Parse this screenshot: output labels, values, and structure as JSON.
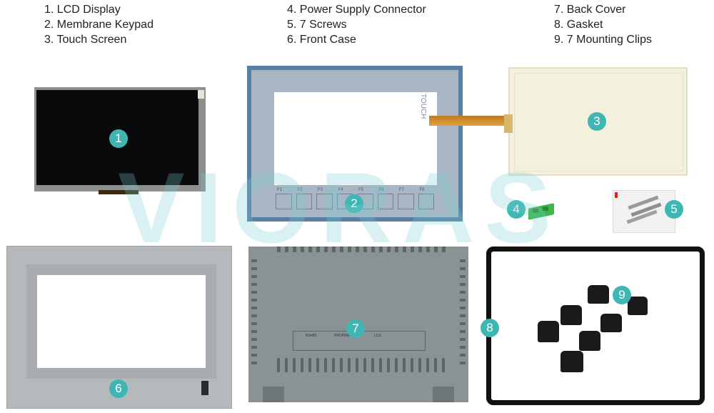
{
  "legend": {
    "col1": [
      "1. LCD Display",
      "2. Membrane Keypad",
      "3. Touch Screen"
    ],
    "col2": [
      "4. Power Supply Connector",
      "5. 7 Screws",
      "6. Front Case"
    ],
    "col3": [
      "7. Back Cover",
      "8. Gasket",
      "9. 7 Mounting Clips"
    ]
  },
  "badges": {
    "b1": "1",
    "b2": "2",
    "b3": "3",
    "b4": "4",
    "b5": "5",
    "b6": "6",
    "b7": "7",
    "b8": "8",
    "b9": "9"
  },
  "watermark": "VIORAS",
  "keypad": {
    "brand_text": "TOUCH",
    "keys": [
      "F1",
      "F2",
      "F3",
      "F4",
      "F5",
      "F6",
      "F7",
      "F8"
    ]
  },
  "back_cover": {
    "labels": [
      "RS485",
      "PROFINET",
      "LCS"
    ]
  },
  "colors": {
    "badge": "#3fb6b3",
    "keypad_frame": "#5a7fa6",
    "gasket": "#111111",
    "case_grey": "#b6b9bc",
    "cover_grey": "#8b9295"
  }
}
